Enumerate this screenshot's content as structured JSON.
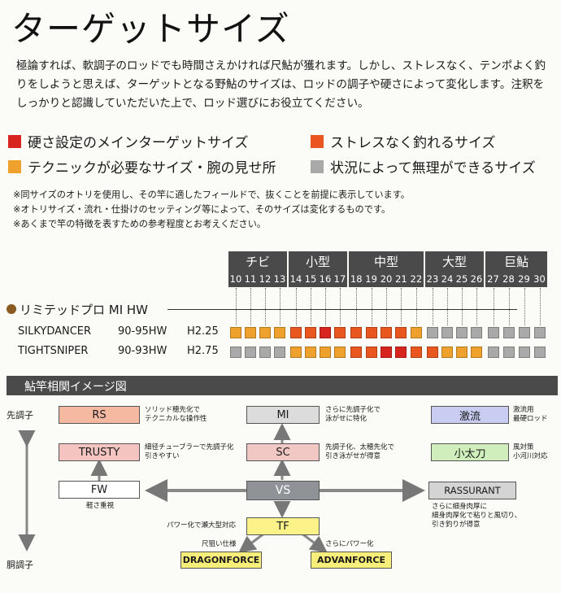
{
  "title": "ターゲットサイズ",
  "intro": "極論すれば、軟調子のロッドでも時間さえかければ尺鮎が獲れます。しかし、ストレスなく、テンポよく釣りをしようと思えば、ターゲットとなる野鮎のサイズは、ロッドの調子や硬さによって変化します。注釈をしっかりと認識していただいた上で、ロッド選びにお役立てください。",
  "legend": [
    {
      "label": "硬さ設定のメインターゲットサイズ",
      "color": "#d8241e"
    },
    {
      "label": "ストレスなく釣れるサイズ",
      "color": "#e9561f"
    },
    {
      "label": "テクニックが必要なサイズ・腕の見せ所",
      "color": "#efa12e"
    },
    {
      "label": "状況によって無理ができるサイズ",
      "color": "#a9a9a9"
    }
  ],
  "notes": [
    "※同サイズのオトリを使用し、その竿に適したフィールドで、抜くことを前提に表示しています。",
    "※オトリサイズ・流れ・仕掛けのセッティング等によって、そのサイズは変化するものです。",
    "※あくまで竿の特徴を表すための参考程度とお考えください。"
  ],
  "chart_data": {
    "type": "table",
    "size_groups": [
      {
        "label": "チビ",
        "sizes": [
          10,
          11,
          12,
          13
        ]
      },
      {
        "label": "小型",
        "sizes": [
          14,
          15,
          16,
          17
        ]
      },
      {
        "label": "中型",
        "sizes": [
          18,
          19,
          20,
          21,
          22
        ]
      },
      {
        "label": "大型",
        "sizes": [
          23,
          24,
          25,
          26
        ]
      },
      {
        "label": "巨鮎",
        "sizes": [
          27,
          28,
          29,
          30
        ]
      }
    ],
    "series_header": "リミテッドプロ MI HW",
    "rows": [
      {
        "name": "SILKYDANCER",
        "spec": "90-95HW",
        "hardness": "H2.25",
        "levels": [
          "orange",
          "orange",
          "orange",
          "orange",
          "redorange",
          "redorange",
          "red",
          "redorange",
          "redorange",
          "redorange",
          "redorange",
          "redorange",
          "orange",
          "gray",
          "gray",
          "gray",
          "gray",
          "gray",
          "gray",
          "gray",
          "gray"
        ]
      },
      {
        "name": "TIGHTSNIPER",
        "spec": "90-93HW",
        "hardness": "H2.75",
        "levels": [
          "gray",
          "gray",
          "gray",
          "gray",
          "orange",
          "orange",
          "orange",
          "orange",
          "redorange",
          "redorange",
          "red",
          "red",
          "redorange",
          "redorange",
          "orange",
          "orange",
          "orange",
          "gray",
          "gray",
          "gray",
          "gray"
        ]
      }
    ],
    "level_colors": {
      "red": "#d8241e",
      "redorange": "#e9561f",
      "orange": "#efa12e",
      "gray": "#a9a9a9"
    }
  },
  "diagram": {
    "title": "鮎竿相関イメージ図",
    "axis_top": "先調子",
    "axis_bottom": "胴調子",
    "boxes": {
      "rs": "RS",
      "trusty": "TRUSTY",
      "fw": "FW",
      "mi": "MI",
      "sc": "SC",
      "vs": "VS",
      "tf": "TF",
      "dragonforce": "DRAGONFORCE",
      "advanforce": "ADVANFORCE",
      "gekiryu": "激流",
      "kodachi": "小太刀",
      "rassurant": "RASSURANT"
    },
    "desc": {
      "rs": "ソリッド穂先化で\nテクニカルな操作性",
      "trusty": "細径チューブラーで先調子化\n引きやすい",
      "fw": "軽さ重視",
      "mi": "さらに先調子化で\n泳がせに特化",
      "sc": "先調子化、太穂先化で\n引き泳がせが得意",
      "tf": "パワー化で瀬大型対応",
      "dragonforce": "尺狙い仕様",
      "advanforce": "さらにパワー化",
      "gekiryu": "激流用\n最硬ロッド",
      "kodachi": "風対策\n小河川対応",
      "rassurant": "さらに細身肉厚に\n細身肉厚化で粘りと風切り、\n引き釣りが得意"
    },
    "colors": {
      "rs": "#f5b8a0",
      "trusty": "#f3c4c0",
      "fw": "#ffffff",
      "mi": "#dcdcdc",
      "sc": "#f1c8c4",
      "vs": "#8f9397",
      "tf": "#fbf28a",
      "dragonforce": "#f8ee7a",
      "advanforce": "#f8ee7a",
      "gekiryu": "#c8cdf1",
      "kodachi": "#cfeebc",
      "rassurant": "#d4d4d4"
    }
  }
}
